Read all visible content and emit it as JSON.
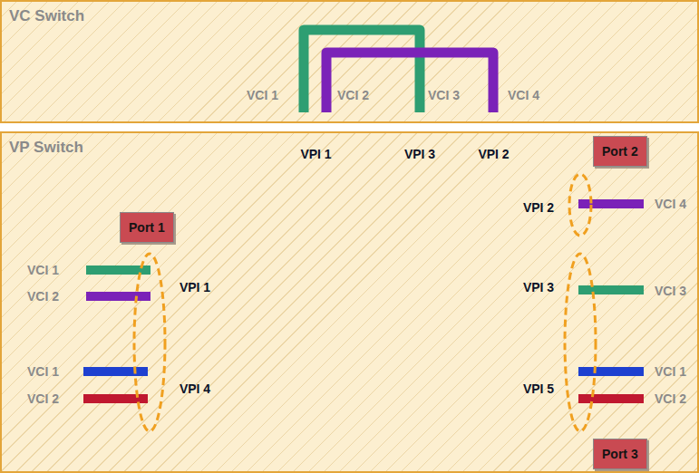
{
  "diagram": {
    "nodes": [
      {
        "text": [
          "VC Switch"
        ]
      },
      {
        "text": [
          "VP Switch"
        ]
      },
      {
        "text": [
          "Port 1"
        ],
        "in": 1
      },
      {
        "text": [
          "VPI 1",
          "VPI 1"
        ],
        "in": 1
      },
      {
        "text": [
          "VPI 3",
          "VPI 3"
        ],
        "in": 1
      },
      {
        "text": [
          "VPI 2",
          "VPI 2"
        ],
        "in": 1
      },
      {
        "text": [
          "Port 2"
        ],
        "in": 1
      },
      {
        "text": [
          "VPI 4",
          "VPI 5"
        ],
        "in": 1
      },
      {
        "text": [
          "Port 3"
        ],
        "in": 1
      }
    ],
    "edges": [
      {
        "from": 3,
        "to": 4,
        "arrow": "none"
      },
      {
        "from": 3,
        "to": 5,
        "arrow": "none"
      }
    ],
    "labels": [
      "VCI 1",
      "VCI 2",
      "VCI 3",
      "VCI 4",
      "VCI 4",
      "VCI 1",
      "VCI 3",
      "VCI 2",
      "VCI 1",
      "VCI 1",
      "VCI 2",
      "VCI 2"
    ]
  }
}
